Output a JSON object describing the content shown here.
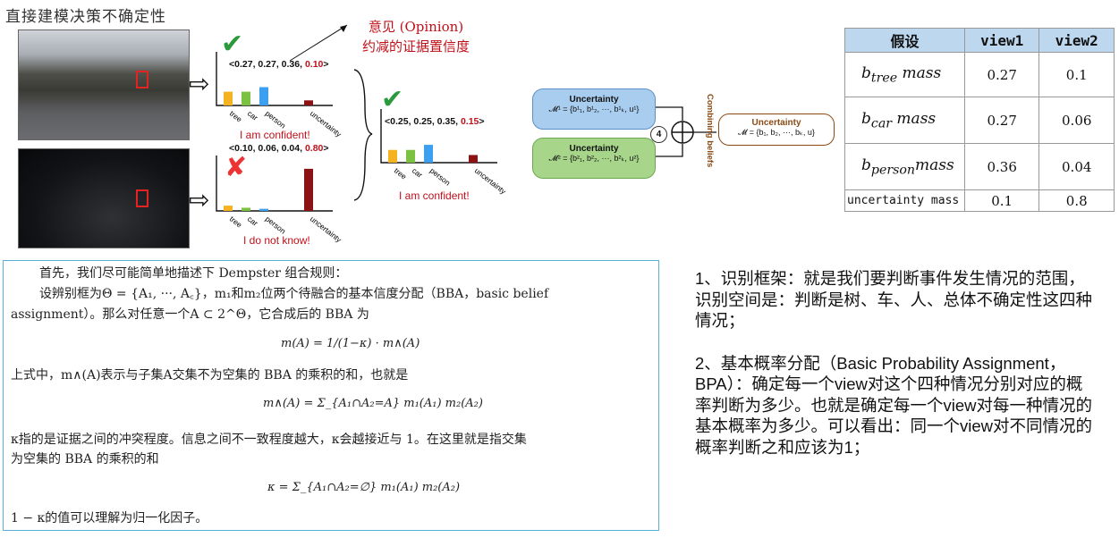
{
  "header": {
    "title": "直接建模决策不确定性"
  },
  "figure": {
    "opinion_label_1": "意见 (Opinion)",
    "opinion_label_2": "约减的证据置信度",
    "day_tuple_prefix": "<0.27, 0.27, 0.36, ",
    "day_tuple_hl": "0.10",
    "day_tuple_suffix": ">",
    "day_caption": "I am confident!",
    "night_tuple_prefix": "<0.10, 0.06, 0.04, ",
    "night_tuple_hl": "0.80",
    "night_tuple_suffix": ">",
    "night_caption": "I do not know!",
    "fused_tuple_prefix": "<0.25, 0.25, 0.35, ",
    "fused_tuple_hl": "0.15",
    "fused_tuple_suffix": ">",
    "fused_caption": "I am confident!",
    "bar_labels": [
      "tree",
      "car",
      "person",
      "uncertainty"
    ],
    "day_bars": [
      0.27,
      0.27,
      0.36,
      0.1
    ],
    "night_bars": [
      0.1,
      0.06,
      0.04,
      0.8
    ],
    "fused_bars": [
      0.25,
      0.25,
      0.35,
      0.15
    ],
    "bar_colors": [
      "#f5b321",
      "#7cc242",
      "#3d9ff0",
      "#8b1313"
    ],
    "uncertainty_box_1_title": "Uncertainty",
    "uncertainty_box_1_formula": "𝓜¹ = {b¹₁, b¹₂, ···, b¹ₖ, u¹}",
    "uncertainty_box_2_title": "Uncertainty",
    "uncertainty_box_2_formula": "𝓜² = {b²₁, b²₂, ···, b²ₖ, u²}",
    "combine_step": "4",
    "combine_symbol": "⊕",
    "combining_label": "Combining beliefs",
    "result_box_title": "Uncertainty",
    "result_box_formula": "𝓜 = {b₁, b₂, ···, bₖ, u}"
  },
  "table": {
    "headers": [
      "假设",
      "view1",
      "view2"
    ],
    "rows": [
      {
        "label_main": "b",
        "label_sub": "tree",
        "label_rest": " mass",
        "v1": "0.27",
        "v2": "0.1"
      },
      {
        "label_main": "b",
        "label_sub": "car",
        "label_rest": " mass",
        "v1": "0.27",
        "v2": "0.06"
      },
      {
        "label_main": "b",
        "label_sub": "person",
        "label_rest": "mass",
        "v1": "0.36",
        "v2": "0.04"
      },
      {
        "label_main": "uncertainty mass",
        "label_sub": "",
        "label_rest": "",
        "v1": "0.1",
        "v2": "0.8"
      }
    ]
  },
  "paper": {
    "line1": "首先，我们尽可能简单地描述下 Dempster 组合规则：",
    "line2": "设辨别框为Θ = {A₁, ···, A꜀}，m₁和m₂位两个待融合的基本信度分配（BBA，basic belief",
    "line3": "assignment）。那么对任意一个A ⊂ 2^Θ，它合成后的 BBA 为",
    "formula1": "m(A) = 1/(1−κ) · m∧(A)",
    "line4": "上式中，m∧(A)表示与子集A交集不为空集的 BBA 的乘积的和，也就是",
    "formula2": "m∧(A) = Σ_{A₁∩A₂=A} m₁(A₁) m₂(A₂)",
    "line5": "κ指的是证据之间的冲突程度。信息之间不一致程度越大，κ会越接近与 1。在这里就是指交集",
    "line6": "为空集的 BBA 的乘积的和",
    "formula3": "κ = Σ_{A₁∩A₂=∅} m₁(A₁) m₂(A₂)",
    "line7": "1 − κ的值可以理解为归一化因子。"
  },
  "notes": {
    "p1": "1、识别框架：就是我们要判断事件发生情况的范围，识别空间是：判断是树、车、人、总体不确定性这四种情况；",
    "p2": "2、基本概率分配（Basic Probability Assignment，BPA）：确定每一个view对这个四种情况分别对应的概率判断为多少。也就是确定每一个view对每一种情况的基本概率为多少。可以看出：同一个view对不同情况的概率判断之和应该为1；"
  }
}
